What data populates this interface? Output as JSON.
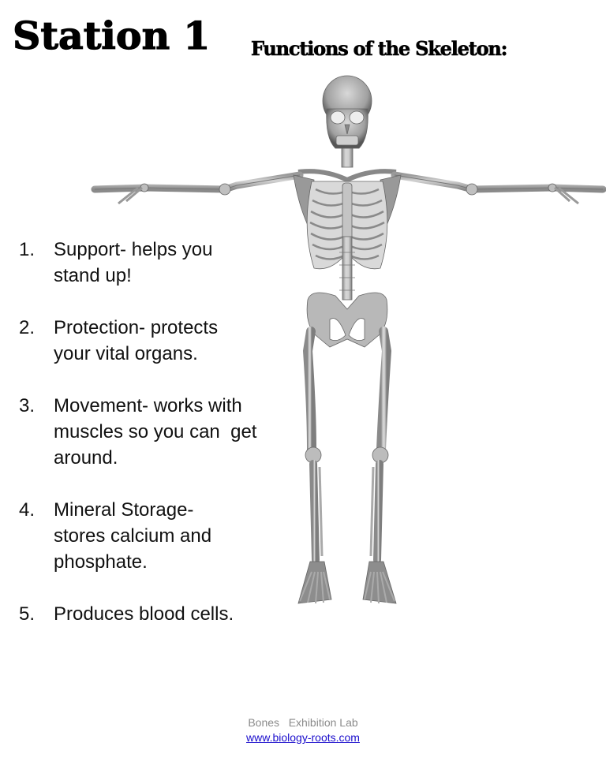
{
  "header": {
    "station_title": "Station 1",
    "subtitle": "Functions of the Skeleton:"
  },
  "functions": [
    {
      "number": "1.",
      "line1": "Support- helps you",
      "line2": "stand up!",
      "line3": ""
    },
    {
      "number": "2.",
      "line1": "Protection- protects",
      "line2": "your vital organs.",
      "line3": ""
    },
    {
      "number": "3.",
      "line1": "Movement- works with",
      "line2": "muscles so you can  get",
      "line3": "around."
    },
    {
      "number": "4.",
      "line1": "Mineral Storage-",
      "line2": "stores calcium and",
      "line3": "phosphate."
    },
    {
      "number": "5.",
      "line1": "Produces blood cells.",
      "line2": "",
      "line3": ""
    }
  ],
  "image": {
    "subject": "skeleton-illustration",
    "bone_color": "#c8c8c8",
    "shade_color": "#7a7a7a"
  },
  "footer": {
    "lab_label": "Bones   Exhibition Lab",
    "link_text": "www.biology-roots.com",
    "link_color": "#1a0dcc"
  }
}
